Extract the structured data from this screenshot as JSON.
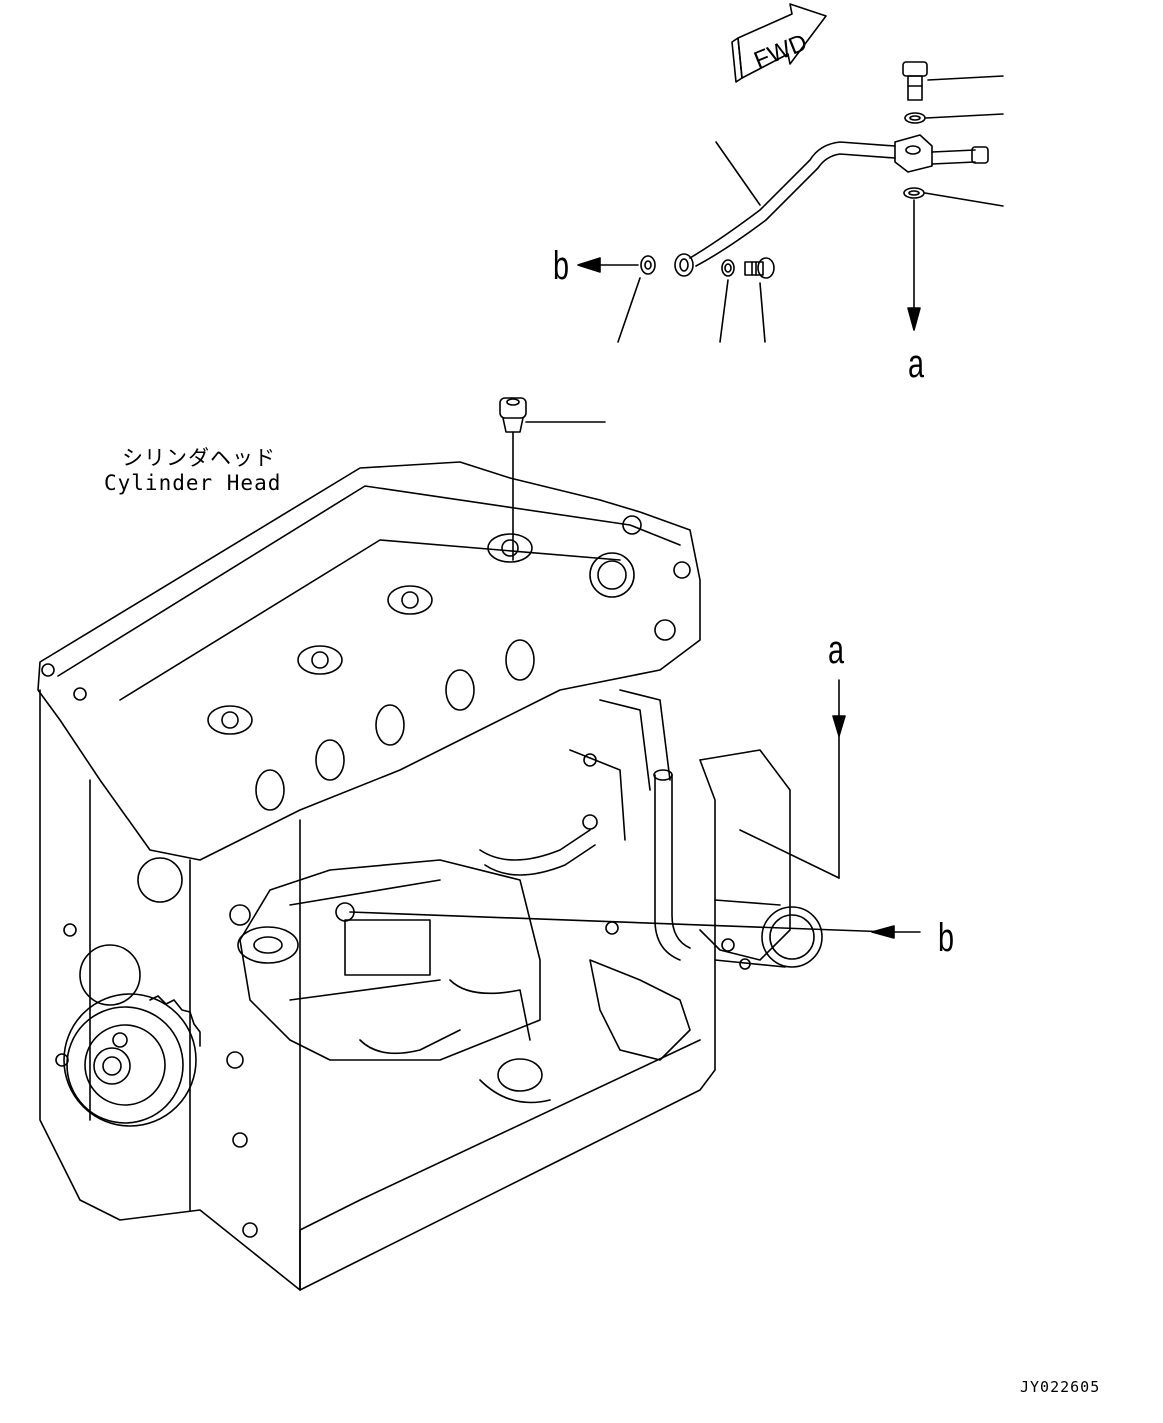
{
  "drawing": {
    "fwd_arrow_text": "FWD",
    "callout_a_top": "a",
    "callout_b_top": "b",
    "callout_a_engine": "a",
    "callout_b_engine": "b",
    "cylinder_head_label_jp": "シリンダヘッド",
    "cylinder_head_label_en": "Cylinder Head",
    "drawing_code": "JY022605"
  },
  "colors": {
    "line": "#000000",
    "background": "#ffffff"
  }
}
